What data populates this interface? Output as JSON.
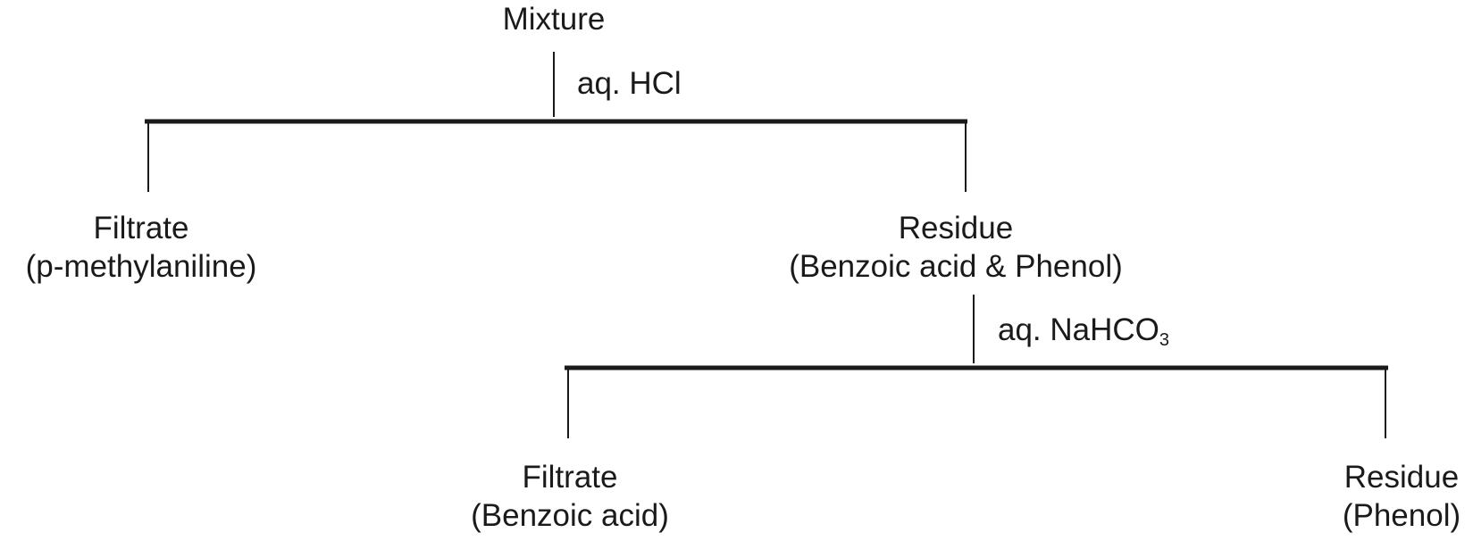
{
  "diagram": {
    "root": {
      "label": "Mixture"
    },
    "step1": {
      "reagent": "aq. HCl",
      "left": {
        "label": "Filtrate",
        "sublabel": "(p-methylaniline)"
      },
      "right": {
        "label": "Residue",
        "sublabel": "(Benzoic acid & Phenol)"
      }
    },
    "step2": {
      "reagent_main": "aq. NaHCO",
      "reagent_sub": "3",
      "left": {
        "label": "Filtrate",
        "sublabel": "(Benzoic acid)"
      },
      "right": {
        "label": "Residue",
        "sublabel": "(Phenol)"
      }
    },
    "line_color": "#1a1a1a"
  }
}
